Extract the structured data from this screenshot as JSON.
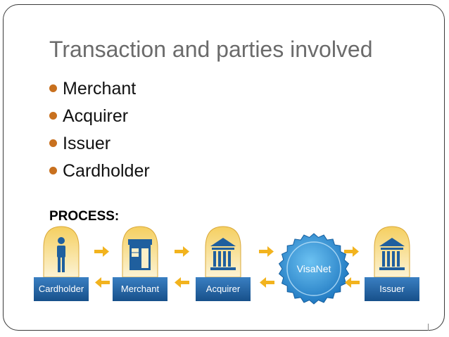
{
  "slide": {
    "title": "Transaction and parties involved",
    "bullets": [
      {
        "label": "Merchant"
      },
      {
        "label": "Acquirer"
      },
      {
        "label": "Issuer"
      },
      {
        "label": "Cardholder"
      }
    ],
    "process_label": "PROCESS:"
  },
  "diagram": {
    "nodes": [
      {
        "label": "Cardholder",
        "icon": "person-icon"
      },
      {
        "label": "Merchant",
        "icon": "storefront-icon"
      },
      {
        "label": "Acquirer",
        "icon": "bank-icon"
      },
      {
        "label": "VisaNet",
        "icon": "visanet-seal-icon"
      },
      {
        "label": "Issuer",
        "icon": "bank-icon"
      }
    ],
    "colors": {
      "label_box": "#1f5f9e",
      "arch_top": "#f7d77a",
      "arch_bottom": "#fbefc8",
      "arrow": "#f2b31e",
      "seal": "#2a8fd6",
      "bullet": "#c8701e"
    }
  }
}
